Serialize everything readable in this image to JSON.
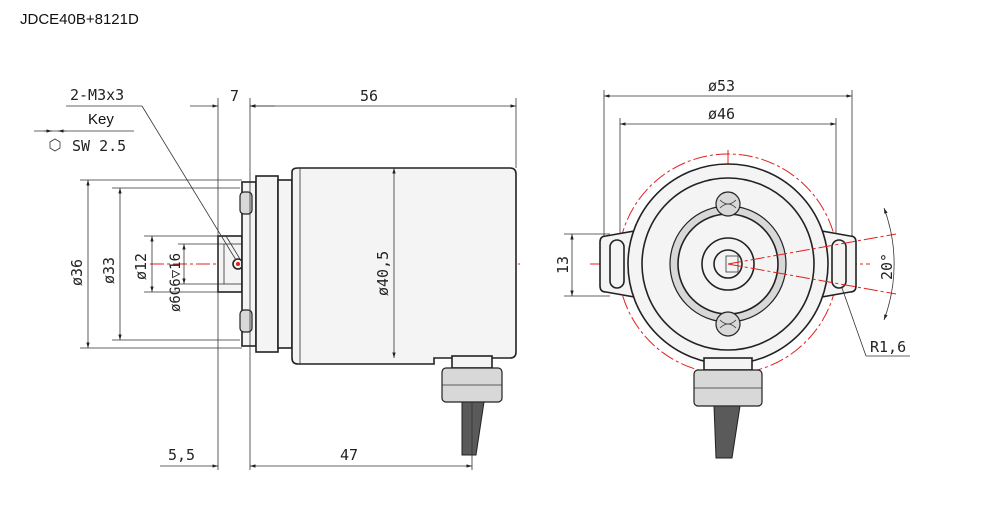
{
  "title": "JDCE40B+8121D",
  "side_view": {
    "thread_label": "2-M3x3",
    "key_label": "Key",
    "key_size": "SW 2.5",
    "dim_flange": "7",
    "dim_length": "56",
    "dim_d36": "ø36",
    "dim_d33": "ø33",
    "dim_d12": "ø12",
    "dim_bore": "ø6G6▽16",
    "dim_body": "ø40,5",
    "dim_offset": "5,5",
    "dim_cable_pos": "47"
  },
  "front_view": {
    "dim_d53": "ø53",
    "dim_d46": "ø46",
    "dim_13": "13",
    "dim_angle": "20°",
    "dim_radius": "R1,6"
  },
  "colors": {
    "line": "#222222",
    "centerline": "#e0211f"
  }
}
